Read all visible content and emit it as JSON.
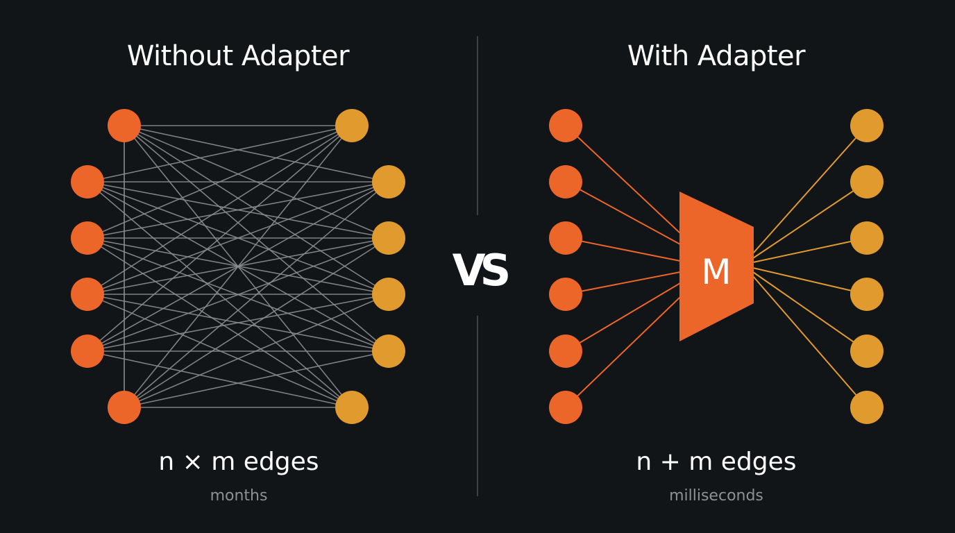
{
  "left_panel": {
    "title": "Without Adapter",
    "edges_label": "n × m edges",
    "time_label": "months",
    "source_count": 6,
    "target_count": 6,
    "edge_style": "fully-connected"
  },
  "right_panel": {
    "title": "With Adapter",
    "edges_label": "n + m edges",
    "time_label": "milliseconds",
    "source_count": 6,
    "target_count": 6,
    "adapter_label": "M",
    "edge_style": "hub"
  },
  "vs_label": "VS",
  "colors": {
    "background": "#121518",
    "source_node": "#ec6529",
    "target_node": "#e09a2e",
    "mesh_edge": "#8a8c8e",
    "adapter": "#ec6529",
    "divider": "#3d4044",
    "subtext": "#8e9094"
  }
}
